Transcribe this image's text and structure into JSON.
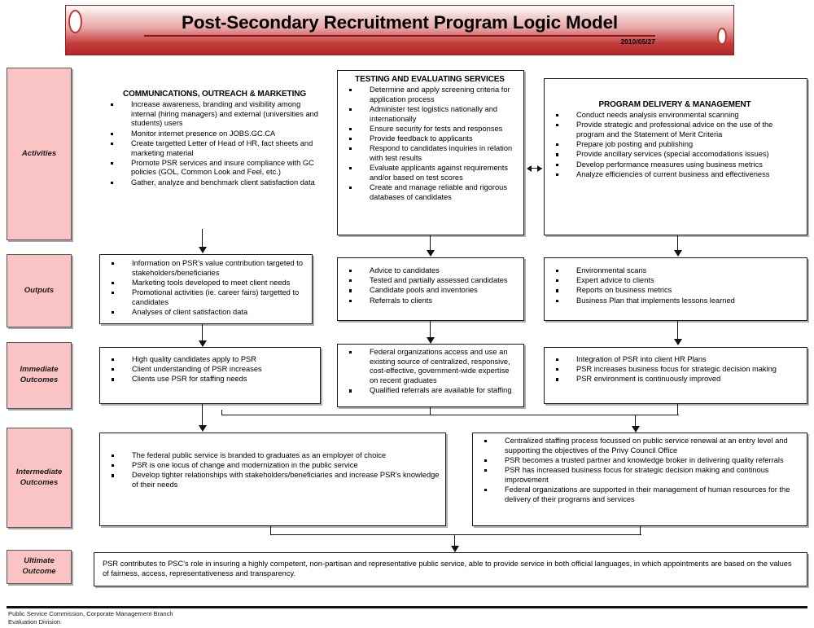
{
  "header": {
    "title": "Post-Secondary Recruitment Program Logic Model",
    "date": "2010/05/27"
  },
  "stages": [
    {
      "key": "activities",
      "label": "Activities"
    },
    {
      "key": "outputs",
      "label": "Outputs"
    },
    {
      "key": "immediate",
      "label": "Immediate\nOutcomes"
    },
    {
      "key": "intermediate",
      "label": "Intermediate\nOutcomes"
    },
    {
      "key": "ultimate",
      "label": "Ultimate\nOutcome"
    }
  ],
  "stage_labels": {
    "activities": "Activities",
    "outputs": "Outputs",
    "immediate_line1": "Immediate",
    "immediate_line2": "Outcomes",
    "intermediate_line1": "Intermediate",
    "intermediate_line2": "Outcomes",
    "ultimate_line1": "Ultimate",
    "ultimate_line2": "Outcome"
  },
  "activities": {
    "communications": {
      "title": "COMMUNICATIONS, OUTREACH & MARKETING",
      "items": [
        "Increase awareness, branding and visibility among internal (hiring managers) and external (universities and students) users",
        "Monitor internet presence on JOBS.GC.CA",
        "Create targetted Letter of Head of HR,  fact sheets and marketing material",
        "Promote PSR services and insure compliance with GC policies (GOL, Common Look and Feel, etc.)",
        "Gather, analyze and benchmark client satisfaction data"
      ]
    },
    "testing": {
      "title": "TESTING AND EVALUATING SERVICES",
      "items": [
        "Determine and apply screening criteria for application process",
        "Administer test logistics nationally and internationally",
        "Ensure security for tests and responses",
        "Provide feedback to applicants",
        "Respond to candidates inquiries in relation with test results",
        "Evaluate applicants against requirements and/or based on test scores",
        "Create and manage reliable and rigorous databases of candidates"
      ]
    },
    "program_delivery": {
      "title": "PROGRAM DELIVERY & MANAGEMENT",
      "items": [
        "Conduct needs analysis environmental scanning",
        "Provide strategic and professional advice on the use of the program and the Statement of Merit Criteria",
        "Prepare job posting and publishing",
        "Provide ancillary services (special accomodations issues)",
        "Develop performance measures using business metrics",
        "Analyze efficiencies of current business and effectiveness"
      ]
    }
  },
  "outputs": {
    "left": {
      "items": [
        "Information on PSR's value contribution targeted to stakeholders/beneficiaries",
        "Marketing tools developed to meet client needs",
        "Promotional activities (ie. career fairs) targetted to candidates",
        "Analyses of client satisfaction data"
      ]
    },
    "middle": {
      "items": [
        "Advice to candidates",
        "Tested and partially assessed candidates",
        "Candidate pools and inventories",
        "Referrals to clients"
      ]
    },
    "right": {
      "items": [
        "Environmental scans",
        "Expert advice to clients",
        "Reports on business metrics",
        "Business Plan that implements lessons learned"
      ]
    }
  },
  "immediate_outcomes": {
    "left": {
      "items": [
        "High quality candidates apply to PSR",
        "Client understanding of PSR increases",
        "Clients use PSR for staffing needs"
      ]
    },
    "middle": {
      "items": [
        "Federal organizations access and use an existing source of centralized, responsive, cost-effective, government-wide expertise on recent graduates",
        "Qualified referrals are available for staffing"
      ]
    },
    "right": {
      "items": [
        "Integration of PSR into client HR Plans",
        "PSR increases business focus for strategic decision making",
        "PSR environment is continuously improved"
      ]
    }
  },
  "intermediate_outcomes": {
    "left": {
      "items": [
        "The federal public service is branded to graduates as an employer of choice",
        "PSR is one locus of change and modernization in the public service",
        "Develop tighter relationships with stakeholders/beneficiaries and increase PSR's knowledge of their needs"
      ]
    },
    "right": {
      "items": [
        "Centralized staffing process focussed on public service renewal at an entry level and supporting the objectives of the Privy Council Office",
        "PSR becomes a trusted partner and knowledge broker in delivering quality referrals",
        "PSR has increased business focus for strategic decision making and continous improvement",
        "Federal organizations are supported in their management of human resources for the delivery of their programs and services"
      ]
    }
  },
  "ultimate_outcome": {
    "text": "PSR contributes to PSC's role in insuring a highly competent, non-partisan and representative public service, able to provide service in both official languages, in which appointments are based on the values of fairness, access, representativeness and transparency."
  },
  "footer": {
    "line1": "Public Service Commission, Corporate Management Branch",
    "line2": "Evaluation Division"
  },
  "colors": {
    "stage_fill": "#fbc4c4",
    "banner_red": "#b02727",
    "banner_border": "#9b1b1b",
    "box_border": "#1a1a1a"
  }
}
